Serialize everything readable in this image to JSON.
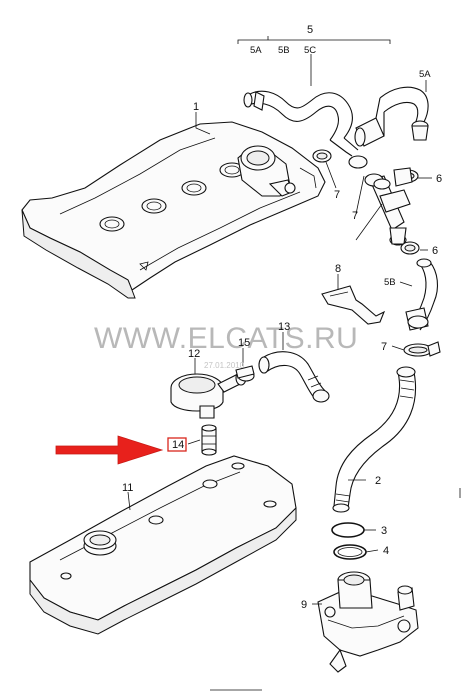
{
  "labels": {
    "p1": "1",
    "p2": "2",
    "p3": "3",
    "p4": "4",
    "p5": "5",
    "p5a_top": "5A",
    "p5b_top": "5B",
    "p5c_top": "5C",
    "p5a_right": "5A",
    "p5b_right": "5B",
    "p6a": "6",
    "p6b": "6",
    "p7a": "7",
    "p7b": "7",
    "p7c": "7",
    "p8": "8",
    "p9": "9",
    "p11": "11",
    "p12": "12",
    "p13": "13",
    "p14": "14",
    "p15": "15"
  },
  "watermark": {
    "text": "WWW.ELCATS.RU",
    "date": "27.01.2010"
  },
  "colors": {
    "ink": "#111111",
    "arrow": "#e8211c",
    "highlight_box": "#d9261c",
    "watermark": "#b8b8b8"
  }
}
